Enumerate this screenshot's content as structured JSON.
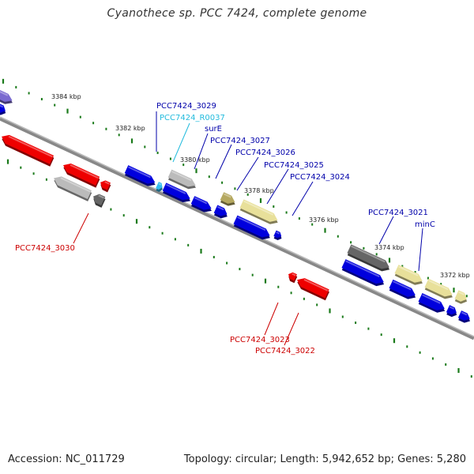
{
  "title": "Cyanothece sp. PCC 7424, complete genome",
  "footer": {
    "accession": "Accession: NC_011729",
    "summary": "Topology: circular; Length: 5,942,652 bp; Genes: 5,280"
  },
  "colors": {
    "backbone": "#888888",
    "tick_major": "#1a7a1a",
    "tick_minor": "#1a7a1a",
    "gene_blue": "#0000dd",
    "gene_red": "#ee0000",
    "gene_khaki": "#e8e09a",
    "gene_olive": "#b5a860",
    "gene_gray": "#bbbbbb",
    "gene_darkgray": "#666666",
    "gene_cyan": "#33bbee",
    "gene_purple": "#7a6ad0",
    "label_blue": "#0000aa",
    "label_red": "#cc0000",
    "label_cyan": "#22bbdd"
  },
  "tick_labels": [
    "3384 kbp",
    "3382 kbp",
    "3380 kbp",
    "3378 kbp",
    "3376 kbp",
    "3374 kbp",
    "3372 kbp"
  ],
  "gene_labels": {
    "g3029": "PCC7424_3029",
    "r0037": "PCC7424_R0037",
    "surE": "surE",
    "g3027": "PCC7424_3027",
    "g3026": "PCC7424_3026",
    "g3025": "PCC7424_3025",
    "g3024": "PCC7424_3024",
    "g3021": "PCC7424_3021",
    "minC": "minC",
    "g3030": "PCC7424_3030",
    "g3023": "PCC7424_3023",
    "g3022": "PCC7424_3022"
  }
}
